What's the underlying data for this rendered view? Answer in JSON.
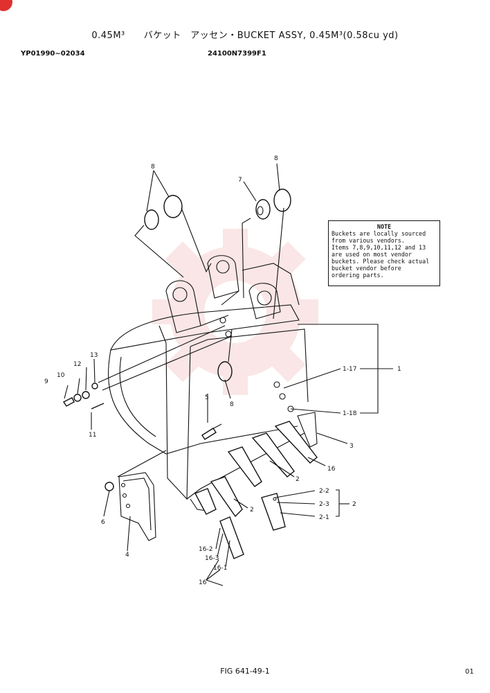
{
  "header": {
    "title": "0.45M³　　バケット　アッセン・BUCKET  ASSY, 0.45M³(0.58cu yd)",
    "serial_range": "YP01990~02034",
    "part_number": "24100N7399F1"
  },
  "note": {
    "heading": "NOTE",
    "body": "Buckets are locally sourced\nfrom various vendors.\nItems 7,8,9,10,11,12 and 13\nare used on most vendor\nbuckets. Please check actual\nbucket vendor before\nordering parts."
  },
  "callouts": {
    "c8a": "8",
    "c8b": "8",
    "c8c": "8",
    "c7": "7",
    "c1": "1",
    "c1_17": "1-17",
    "c1_18": "1-18",
    "c13": "13",
    "c12": "12",
    "c10": "10",
    "c9": "9",
    "c11": "11",
    "c5": "5",
    "c3": "3",
    "c16a": "16",
    "c2a": "2",
    "c2b": "2",
    "c2_2": "2-2",
    "c2_3": "2-3",
    "c2_1": "2-1",
    "c2c": "2",
    "c6": "6",
    "c4": "4",
    "c16_2": "16-2",
    "c16_3": "16-3",
    "c16_1": "16-1",
    "c16b": "16"
  },
  "footer": {
    "figure": "FIG 641-49-1",
    "page": "01"
  },
  "colors": {
    "line": "#111111",
    "badge": "#e0312f",
    "watermark": "#f2b8b8"
  },
  "icons": {
    "badge": "red-circle-badge-icon",
    "watermark": "gear-watermark-icon"
  }
}
